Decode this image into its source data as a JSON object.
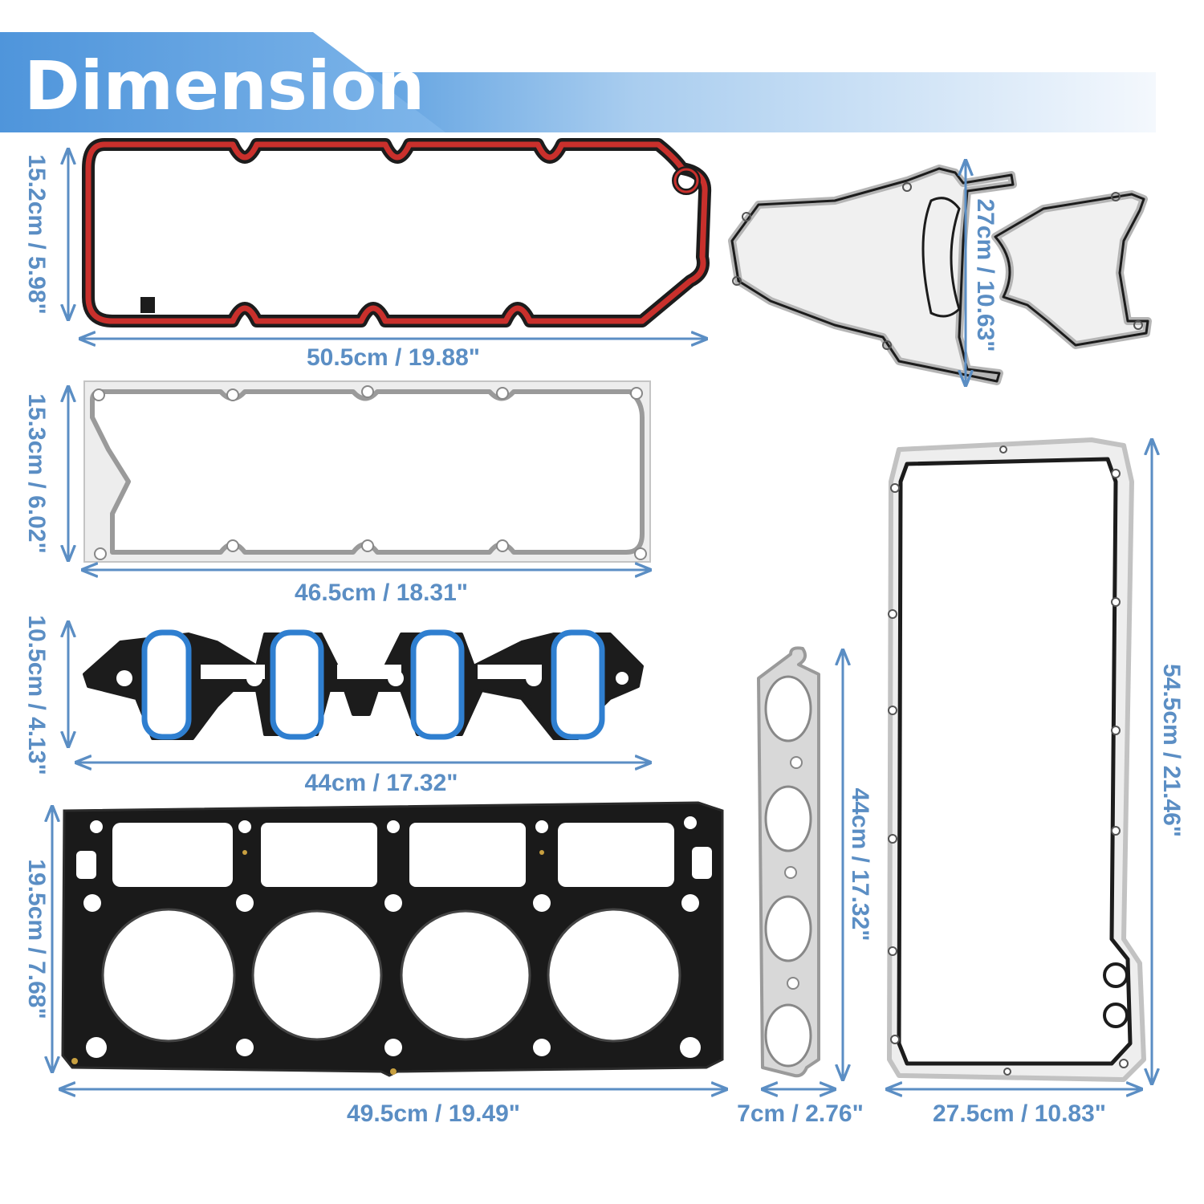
{
  "header": {
    "title": "Dimension"
  },
  "labels": {
    "valve_cover_width": "50.5cm / 19.88\"",
    "valve_cover_height": "15.2cm / 5.98\"",
    "timing_cover_height": "27cm / 10.63\"",
    "valley_width": "46.5cm / 18.31\"",
    "valley_height": "15.3cm / 6.02\"",
    "intake_width": "44cm / 17.32\"",
    "intake_height": "10.5cm / 4.13\"",
    "head_width": "49.5cm / 19.49\"",
    "head_height": "19.5cm / 7.68\"",
    "exhaust_width": "7cm / 2.76\"",
    "exhaust_height": "44cm / 17.32\"",
    "oilpan_width": "27.5cm / 10.83\"",
    "oilpan_height": "54.5cm / 21.46\""
  },
  "colors": {
    "accent": "#5b8ec4",
    "banner_dark": "#6aa9e0",
    "banner_light": "#dbe9f6",
    "gasket_black": "#1c1c1c",
    "gasket_red": "#c9302c",
    "gasket_blue": "#2f7fd0",
    "gasket_silver": "#d3d3d3"
  }
}
